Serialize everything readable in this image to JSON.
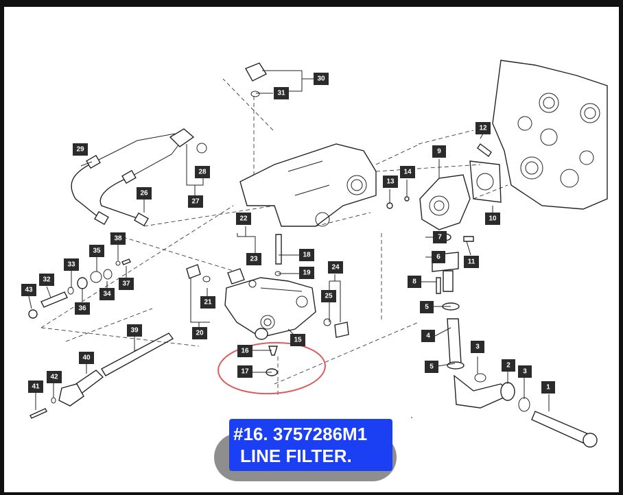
{
  "caption": {
    "line1": "#16.  3757286M1",
    "line2": "LINE FILTER."
  },
  "highlight_color": "#e05a5a",
  "caption_color": "#1b3ff2",
  "highlighted_part": "16",
  "part_labels": [
    "1",
    "2",
    "3",
    "4",
    "5",
    "6",
    "7",
    "8",
    "9",
    "10",
    "11",
    "12",
    "13",
    "14",
    "15",
    "16",
    "17",
    "18",
    "19",
    "20",
    "21",
    "22",
    "23",
    "24",
    "25",
    "26",
    "27",
    "28",
    "29",
    "30",
    "31",
    "32",
    "33",
    "34",
    "35",
    "36",
    "37",
    "38",
    "39",
    "40",
    "41",
    "42",
    "43"
  ]
}
